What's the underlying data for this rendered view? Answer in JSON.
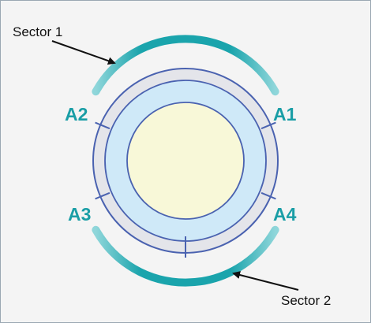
{
  "labels": {
    "sector_1": "Sector 1",
    "sector_2": "Sector 2",
    "a1": "A1",
    "a2": "A2",
    "a3": "A3",
    "a4": "A4"
  },
  "colors": {
    "background": "#f4f4f4",
    "frame": "#9aa7b2",
    "teal": "#1aa4ac",
    "ring_gray": "#e4e5ea",
    "ring_stroke": "#4a62b0",
    "inner_blue": "#cfe9f8",
    "core_yellow": "#f8f8d8",
    "arrow": "#111111",
    "label_teal": "#1a9ea6"
  }
}
